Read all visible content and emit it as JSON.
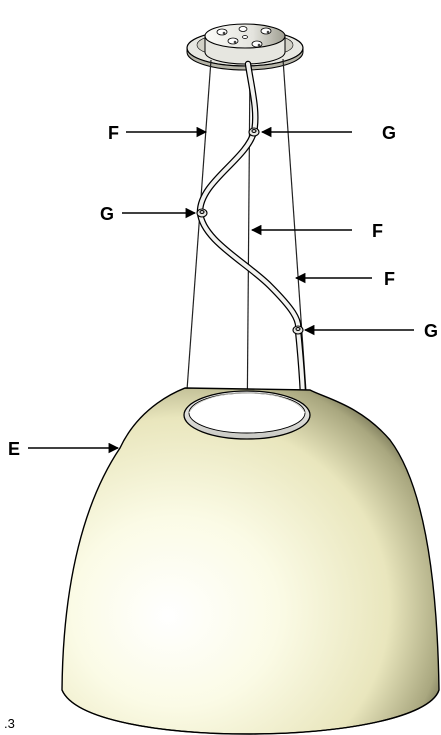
{
  "figure": {
    "number_label": ".3"
  },
  "callouts": {
    "shade": "E",
    "suspension_wire": "F",
    "cable_clip": "G"
  },
  "colors": {
    "outline": "#000000",
    "shade_light": "#fdfde9",
    "shade_mid": "#e9e6bd",
    "shade_dark": "#3e3d28",
    "canopy_light": "#fbfbf8",
    "canopy_dark": "#9e9d90"
  },
  "icons": {
    "arrow": "arrowhead-icon"
  }
}
